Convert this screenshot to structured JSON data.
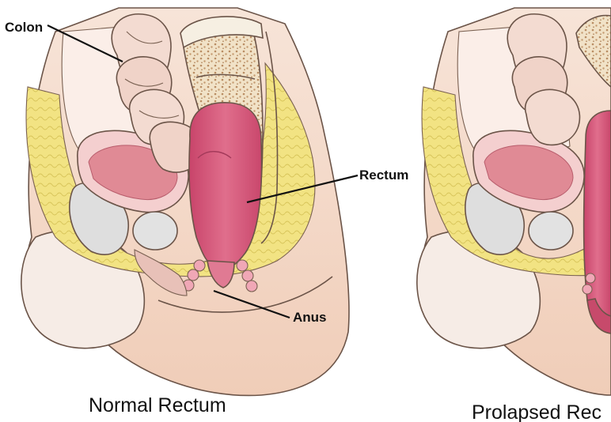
{
  "panels": [
    {
      "caption": "Normal Rectum",
      "labels": {
        "colon": "Colon",
        "rectum": "Rectum",
        "anus": "Anus"
      }
    },
    {
      "caption": "Prolapsed Rec"
    }
  ],
  "colors": {
    "skin": "#f3d6c6",
    "skin_shade": "#e9bfa8",
    "fat": "#f1e07a",
    "rectum": "#d9577a",
    "rectum_light": "#ec8fa6",
    "bladder": "#e6a3a6",
    "bone": "#f4ead8",
    "bone_pattern": "#c79f73",
    "colon": "#f0d2c6",
    "gray_tissue": "#dcdcdc",
    "outline": "#6b5448"
  }
}
